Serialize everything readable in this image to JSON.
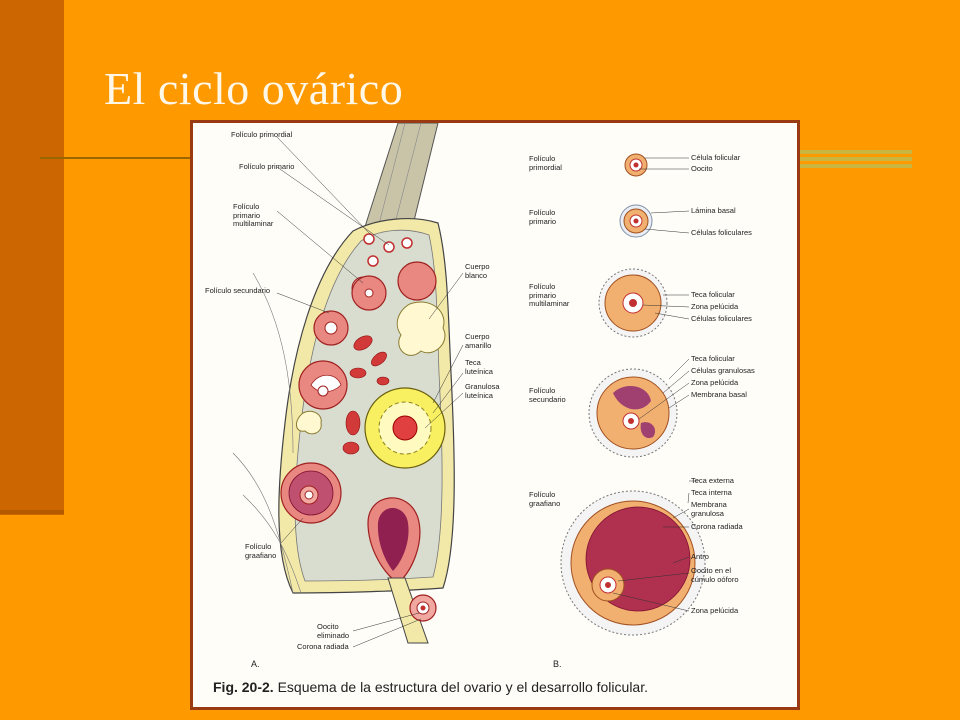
{
  "slide": {
    "title": "El ciclo ovárico"
  },
  "figure": {
    "caption_num": "Fig. 20-2.",
    "caption_text": " Esquema de la estructura del ovario y el desarrollo folicular.",
    "panel_a": "A.",
    "panel_b": "B.",
    "labels_a": {
      "primordial": "Folículo primordial",
      "primario": "Folículo primario",
      "multilaminar": "Folículo\nprimario\nmultilaminar",
      "secundario": "Folículo secundario",
      "cuerpo_blanco": "Cuerpo\nblanco",
      "cuerpo_amarillo": "Cuerpo\namarillo",
      "teca_luteinica": "Teca\nluteínica",
      "granulosa_luteinica": "Granulosa\nluteínica",
      "graafiano": "Folículo\ngraafiano",
      "oocito_eliminado": "Oocito\neliminado",
      "corona_radiada": "Corona radiada"
    },
    "labels_b": {
      "primordial": "Folículo\nprimordial",
      "primario": "Folículo\nprimario",
      "multilaminar": "Folículo\nprimario\nmultilaminar",
      "secundario": "Folículo\nsecundario",
      "graafiano": "Folículo\ngraafiano",
      "celula_folicular": "Célula folicular",
      "oocito": "Oocito",
      "lamina_basal": "Lámina basal",
      "celulas_foliculares_1": "Células foliculares",
      "teca_folicular_1": "Teca folicular",
      "zona_pelucida_1": "Zona pelúcida",
      "celulas_foliculares_2": "Células foliculares",
      "teca_folicular_2": "Teca folicular",
      "celulas_granulosas": "Células granulosas",
      "zona_pelucida_2": "Zona pelúcida",
      "membrana_basal": "Membrana basal",
      "teca_externa": "Teca externa",
      "teca_interna": "Teca interna",
      "membrana_granulosa": "Membrana\ngranulosa",
      "corona_radiada": "Corona radiada",
      "antro": "Antro",
      "oocito_cumulo": "Oocito en el\ncúmulo oóforo",
      "zona_pelucida_3": "Zona pelúcida"
    }
  }
}
